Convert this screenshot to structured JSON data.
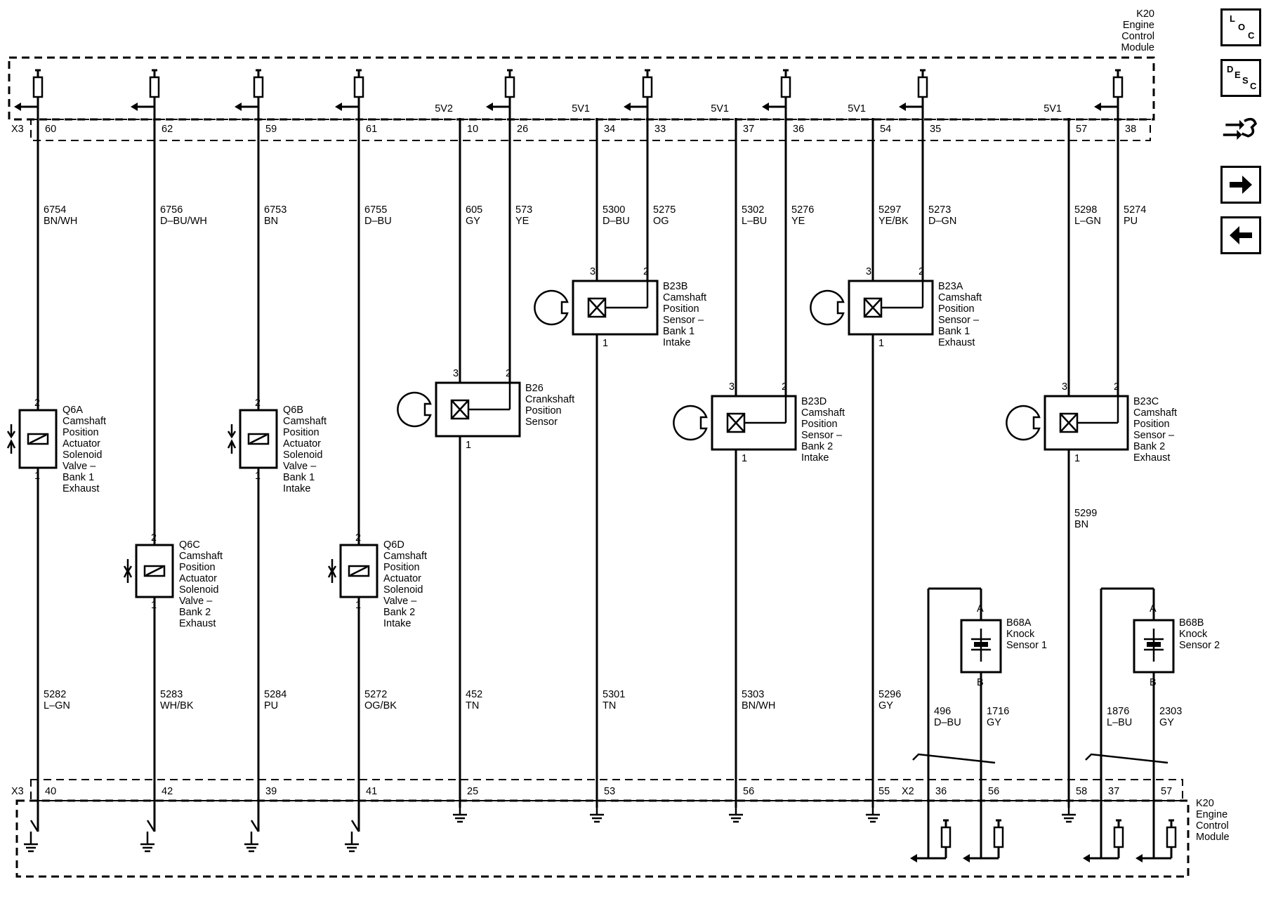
{
  "modules": {
    "top_label": [
      "K20",
      "Engine",
      "Control",
      "Module"
    ],
    "bottom_label": [
      "K20",
      "Engine",
      "Control",
      "Module"
    ]
  },
  "connectors": {
    "top": "X3",
    "bottom_left": "X3",
    "bottom_right": "X2"
  },
  "top_pins": [
    "60",
    "62",
    "59",
    "61",
    "10",
    "26",
    "34",
    "33",
    "37",
    "36",
    "54",
    "35",
    "57",
    "38"
  ],
  "voltage_refs": [
    "5V2",
    "5V1",
    "5V1",
    "5V1",
    "5V1"
  ],
  "upper_wires": [
    {
      "circuit": "6754",
      "color": "BN/WH"
    },
    {
      "circuit": "6756",
      "color": "D–BU/WH"
    },
    {
      "circuit": "6753",
      "color": "BN"
    },
    {
      "circuit": "6755",
      "color": "D–BU"
    },
    {
      "circuit": "605",
      "color": "GY"
    },
    {
      "circuit": "573",
      "color": "YE"
    },
    {
      "circuit": "5300",
      "color": "D–BU"
    },
    {
      "circuit": "5275",
      "color": "OG"
    },
    {
      "circuit": "5302",
      "color": "L–BU"
    },
    {
      "circuit": "5276",
      "color": "YE"
    },
    {
      "circuit": "5297",
      "color": "YE/BK"
    },
    {
      "circuit": "5273",
      "color": "D–GN"
    },
    {
      "circuit": "5298",
      "color": "L–GN"
    },
    {
      "circuit": "5274",
      "color": "PU"
    }
  ],
  "lower_wires": [
    {
      "circuit": "5282",
      "color": "L–GN"
    },
    {
      "circuit": "5283",
      "color": "WH/BK"
    },
    {
      "circuit": "5284",
      "color": "PU"
    },
    {
      "circuit": "5272",
      "color": "OG/BK"
    },
    {
      "circuit": "452",
      "color": "TN"
    },
    {
      "circuit": "5301",
      "color": "TN"
    },
    {
      "circuit": "5303",
      "color": "BN/WH"
    },
    {
      "circuit": "5296",
      "color": "GY"
    },
    {
      "circuit": "5299",
      "color": "BN"
    },
    {
      "circuit": "496",
      "color": "D–BU"
    },
    {
      "circuit": "1716",
      "color": "GY"
    },
    {
      "circuit": "1876",
      "color": "L–BU"
    },
    {
      "circuit": "2303",
      "color": "GY"
    }
  ],
  "bottom_pins": [
    "40",
    "42",
    "39",
    "41",
    "25",
    "53",
    "56",
    "55",
    "36",
    "56",
    "58",
    "37",
    "57"
  ],
  "solenoids": [
    {
      "ref": "Q6A",
      "lines": [
        "Camshaft",
        "Position",
        "Actuator",
        "Solenoid",
        "Valve –",
        "Bank 1",
        "Exhaust"
      ]
    },
    {
      "ref": "Q6B",
      "lines": [
        "Camshaft",
        "Position",
        "Actuator",
        "Solenoid",
        "Valve –",
        "Bank 1",
        "Intake"
      ]
    },
    {
      "ref": "Q6C",
      "lines": [
        "Camshaft",
        "Position",
        "Actuator",
        "Solenoid",
        "Valve –",
        "Bank 2",
        "Exhaust"
      ]
    },
    {
      "ref": "Q6D",
      "lines": [
        "Camshaft",
        "Position",
        "Actuator",
        "Solenoid",
        "Valve –",
        "Bank 2",
        "Intake"
      ]
    }
  ],
  "sensors": [
    {
      "ref": "B26",
      "lines": [
        "Crankshaft",
        "Position",
        "Sensor"
      ]
    },
    {
      "ref": "B23B",
      "lines": [
        "Camshaft",
        "Position",
        "Sensor –",
        "Bank 1",
        "Intake"
      ]
    },
    {
      "ref": "B23D",
      "lines": [
        "Camshaft",
        "Position",
        "Sensor –",
        "Bank 2",
        "Intake"
      ]
    },
    {
      "ref": "B23A",
      "lines": [
        "Camshaft",
        "Position",
        "Sensor –",
        "Bank 1",
        "Exhaust"
      ]
    },
    {
      "ref": "B23C",
      "lines": [
        "Camshaft",
        "Position",
        "Sensor –",
        "Bank 2",
        "Exhaust"
      ]
    }
  ],
  "knock_sensors": [
    {
      "ref": "B68A",
      "lines": [
        "Knock",
        "Sensor 1"
      ]
    },
    {
      "ref": "B68B",
      "lines": [
        "Knock",
        "Sensor 2"
      ]
    }
  ],
  "pin_markers": {
    "one": "1",
    "two": "2",
    "three": "3",
    "a": "A",
    "b": "B"
  },
  "side_buttons": [
    {
      "name": "loc",
      "letters": [
        "L",
        "O",
        "C"
      ]
    },
    {
      "name": "desc",
      "letters": [
        "D",
        "E",
        "S",
        "C"
      ]
    },
    {
      "name": "connector-view",
      "icon": "connector-icon"
    },
    {
      "name": "next",
      "icon": "arrow-right-icon"
    },
    {
      "name": "previous",
      "icon": "arrow-left-icon"
    }
  ]
}
